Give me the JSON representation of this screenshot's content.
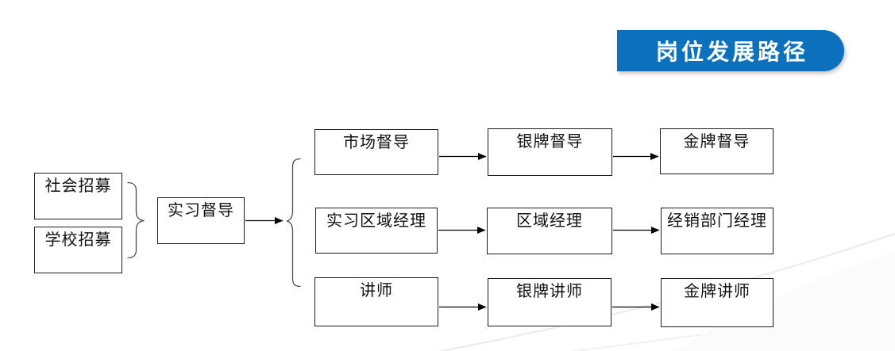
{
  "banner": {
    "label": "岗位发展路径",
    "bg_color": "#0d70bd",
    "text_color": "#ffffff"
  },
  "recruit_sources": [
    {
      "label": "社会招募"
    },
    {
      "label": "学校招募"
    }
  ],
  "entry_role": {
    "label": "实习督导"
  },
  "tracks": [
    {
      "name": "supervisor-track",
      "stages": [
        {
          "label": "市场督导"
        },
        {
          "label": "银牌督导"
        },
        {
          "label": "金牌督导"
        }
      ]
    },
    {
      "name": "manager-track",
      "stages": [
        {
          "label": "实习区域经理"
        },
        {
          "label": "区域经理"
        },
        {
          "label": "经销部门经理"
        }
      ]
    },
    {
      "name": "lecturer-track",
      "stages": [
        {
          "label": "讲师"
        },
        {
          "label": "银牌讲师"
        },
        {
          "label": "金牌讲师"
        }
      ]
    }
  ],
  "connector_colors": {
    "arrow": "#000000",
    "brace": "#4d4d4d"
  }
}
